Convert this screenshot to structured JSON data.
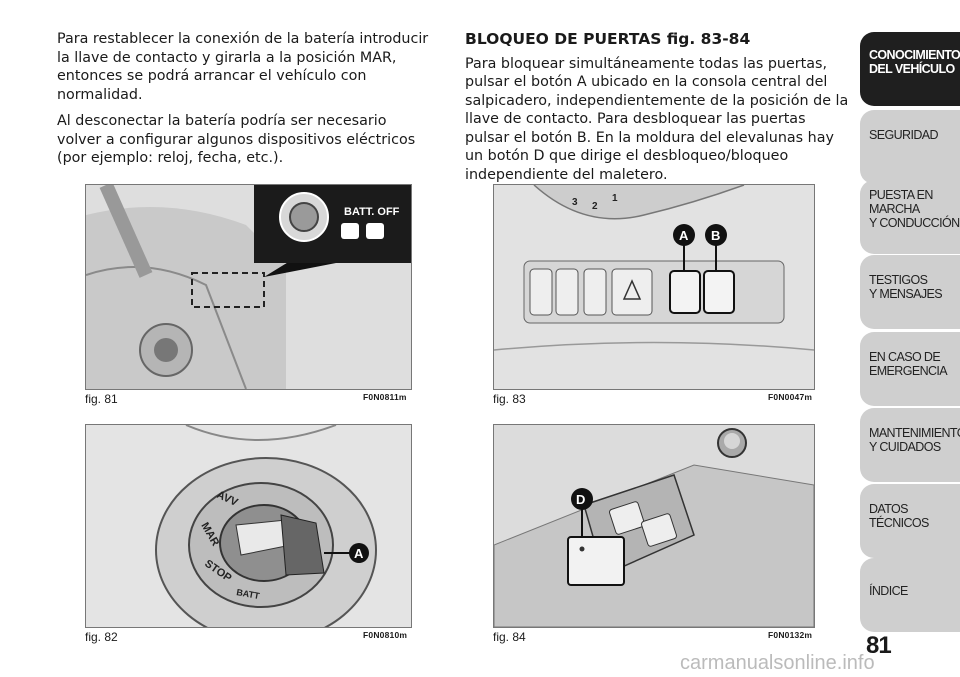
{
  "left_column": {
    "paragraph_1": "Para restablecer la conexión de la batería introducir la llave de contacto y girarla a la posición MAR, entonces se podrá arrancar el vehículo con normalidad.",
    "paragraph_2": "Al desconectar la batería podría ser necesario volver a configurar algunos dispositivos eléctricos (por ejemplo: reloj, fecha, etc.)."
  },
  "right_column": {
    "heading": "BLOQUEO DE PUERTAS fig. 83-84",
    "paragraph": "Para bloquear simultáneamente todas las puertas, pulsar el botón A ubicado en la consola central del salpicadero, independientemente de la posición de la llave de contacto. Para desbloquear las puertas pulsar el botón B. En la moldura del elevalunas hay un botón D que dirige el desbloqueo/bloqueo independiente del maletero."
  },
  "figures": {
    "fig81": {
      "caption": "fig. 81",
      "code": "F0N0811m",
      "label": "BATT. OFF"
    },
    "fig82": {
      "caption": "fig. 82",
      "code": "F0N0810m",
      "callout": "A",
      "key_labels": [
        "AVV",
        "MAR",
        "STOP",
        "BATT"
      ]
    },
    "fig83": {
      "caption": "fig. 83",
      "code": "F0N0047m",
      "callouts": [
        "A",
        "B"
      ],
      "dial_numbers": [
        "3",
        "2",
        "1"
      ]
    },
    "fig84": {
      "caption": "fig. 84",
      "code": "F0N0132m",
      "callout": "D"
    }
  },
  "tabs": [
    {
      "label": "CONOCIMIENTO\nDEL VEHÍCULO",
      "active": true
    },
    {
      "label": "SEGURIDAD",
      "active": false
    },
    {
      "label": "PUESTA EN\nMARCHA\nY CONDUCCIÓN",
      "active": false
    },
    {
      "label": "TESTIGOS\nY MENSAJES",
      "active": false
    },
    {
      "label": "EN CASO DE\nEMERGENCIA",
      "active": false
    },
    {
      "label": "MANTENIMIENTO\nY CUIDADOS",
      "active": false
    },
    {
      "label": "DATOS\nTÉCNICOS",
      "active": false
    },
    {
      "label": "ÍNDICE",
      "active": false
    }
  ],
  "page_number": "81",
  "footer": "carmanualsonline.info",
  "colors": {
    "active_tab": "#1f1f1f",
    "inactive_tab": "#cfcfcf",
    "figure_bg": "#e3e3e3"
  }
}
